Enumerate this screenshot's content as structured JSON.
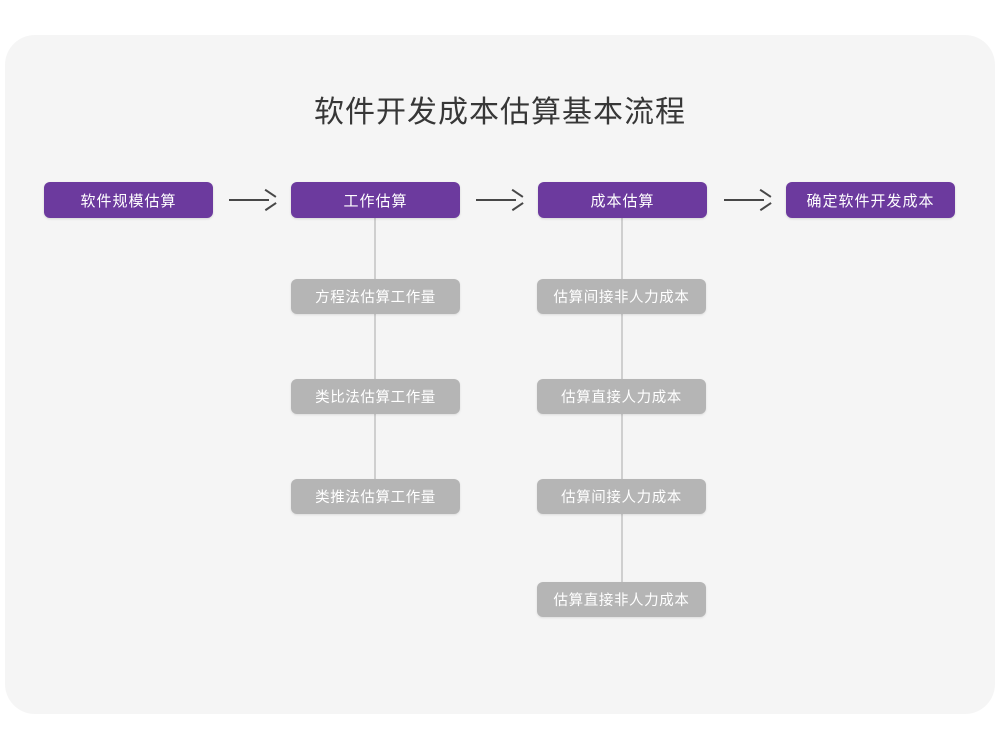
{
  "diagram": {
    "title": "软件开发成本估算基本流程",
    "colors": {
      "canvas": "#ffffff",
      "card": "#f5f5f5",
      "primary_node": "#6c3a9e",
      "secondary_node": "#b5b5b5",
      "node_text": "#ffffff",
      "title_text": "#373737",
      "arrow": "#474747",
      "connector_line": "#cfcfcf"
    },
    "main_flow": [
      {
        "label": "软件规模估算"
      },
      {
        "label": "工作估算"
      },
      {
        "label": "成本估算"
      },
      {
        "label": "确定软件开发成本"
      }
    ],
    "arrows": [
      {
        "name": "arrow-1",
        "glyph": "arrow-right-icon"
      },
      {
        "name": "arrow-2",
        "glyph": "arrow-right-icon"
      },
      {
        "name": "arrow-3",
        "glyph": "arrow-right-icon"
      }
    ],
    "branches": [
      {
        "parent": "工作估算",
        "items": [
          "方程法估算工作量",
          "类比法估算工作量",
          "类推法估算工作量"
        ]
      },
      {
        "parent": "成本估算",
        "items": [
          "估算间接非人力成本",
          "估算直接人力成本",
          "估算间接人力成本",
          "估算直接非人力成本"
        ]
      }
    ]
  }
}
